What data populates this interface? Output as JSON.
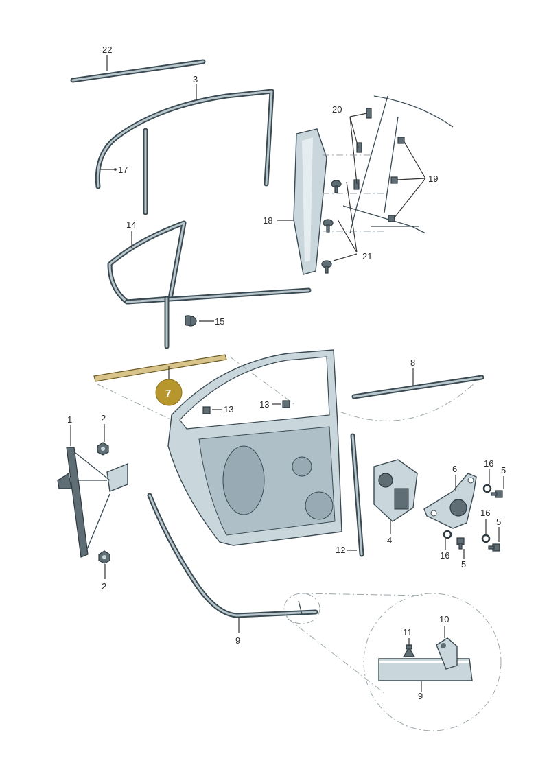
{
  "labels": {
    "l1": "1",
    "l2a": "2",
    "l2b": "2",
    "l3": "3",
    "l4": "4",
    "l5a": "5",
    "l5b": "5",
    "l5c": "5",
    "l6": "6",
    "l7": "7",
    "l8": "8",
    "l9a": "9",
    "l9b": "9",
    "l10": "10",
    "l11": "11",
    "l12": "12",
    "l13a": "13",
    "l13b": "13",
    "l14": "14",
    "l15": "15",
    "l16a": "16",
    "l16b": "16",
    "l16c": "16",
    "l17": "17",
    "l18": "18",
    "l19": "19",
    "l20": "20",
    "l21": "21",
    "l22": "22"
  },
  "colors": {
    "highlight_fill": "#b8962e",
    "part_fill": "#c9d6dc",
    "outline": "#3a4a52"
  }
}
